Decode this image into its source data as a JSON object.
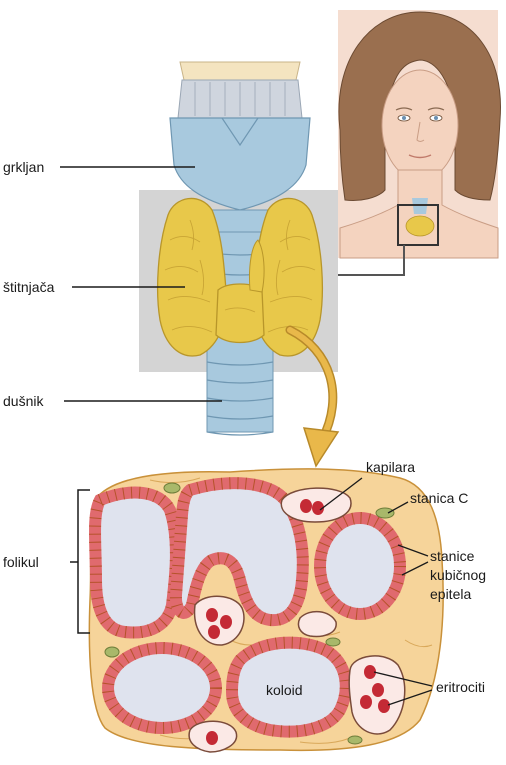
{
  "labels": {
    "larynx": "grkljan",
    "thyroid": "štitnjača",
    "trachea": "dušnik",
    "capillary": "kapilara",
    "c_cell": "stanica C",
    "epithelium_line1": "stanice",
    "epithelium_line2": "kubičnog",
    "epithelium_line3": "epitela",
    "follicle": "folikul",
    "colloid": "koloid",
    "erythrocytes": "eritrociti"
  },
  "colors": {
    "cartilage_blue": "#a8c9de",
    "thyroid_yellow": "#e8c84a",
    "inset_gray": "#d4d4d4",
    "tissue_orange": "#f6d49a",
    "tissue_outline": "#b5532a",
    "colloid_blue": "#dfe3ee",
    "cell_red": "#e06a6e",
    "blood_red": "#c42a35",
    "c_cell_green": "#a8b86a",
    "arrow_orange": "#e9b84a",
    "skin": "#f5d9c9",
    "hair": "#9a6f4f"
  }
}
